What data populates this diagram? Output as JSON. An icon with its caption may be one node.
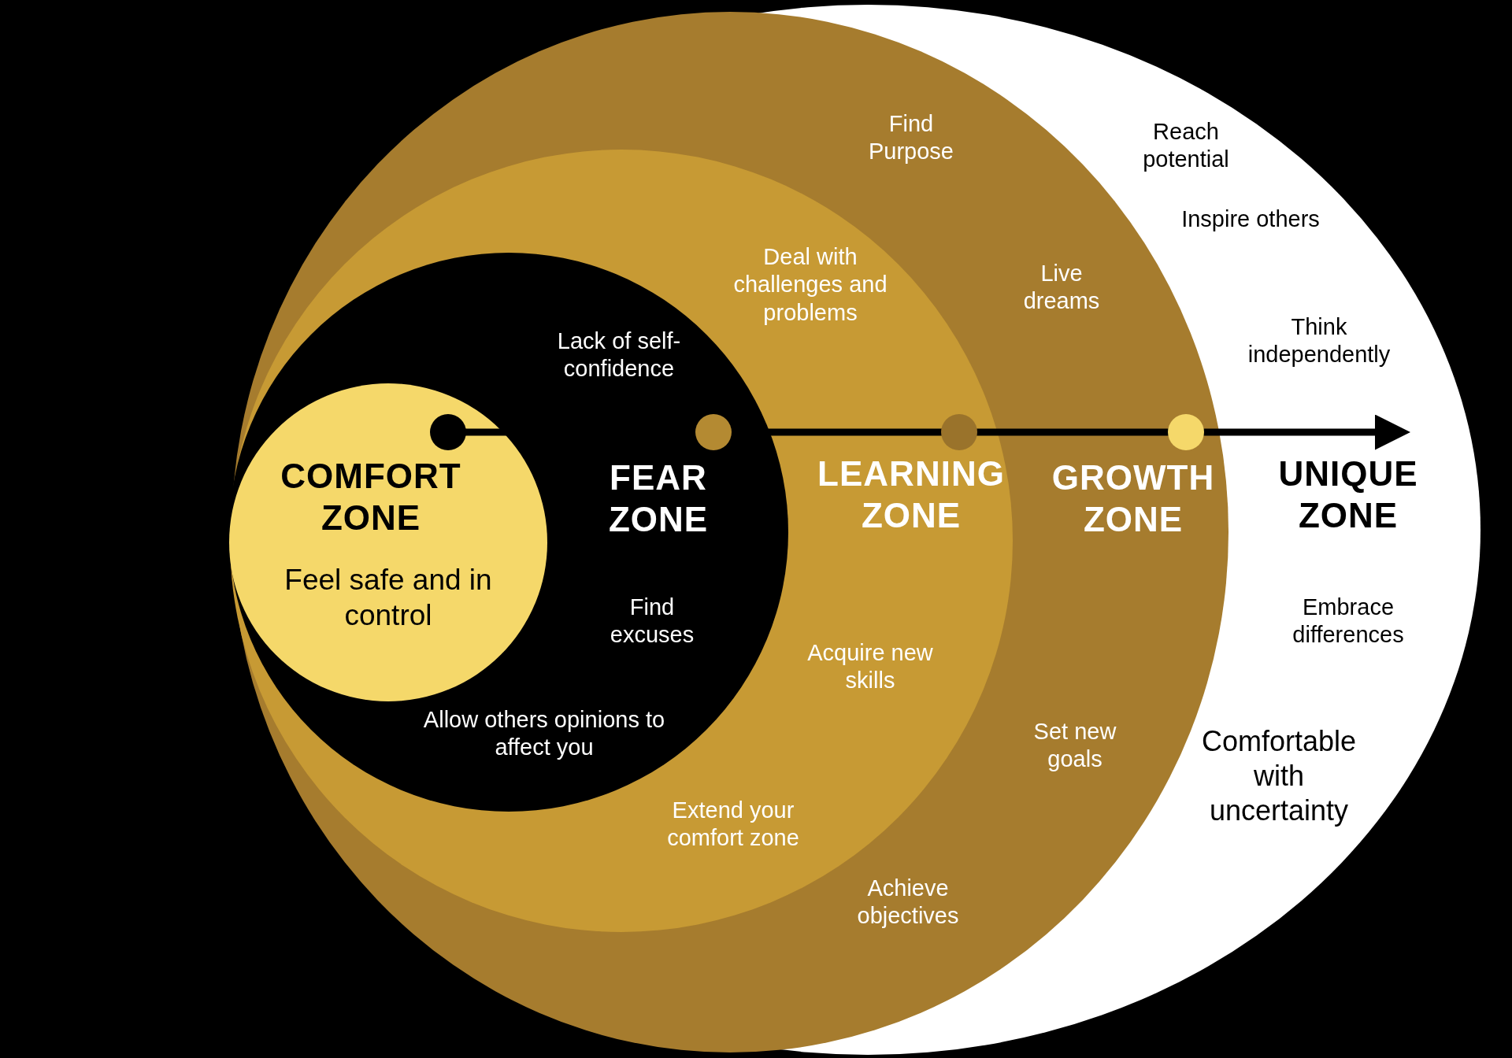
{
  "diagram": {
    "nodes": [
      {
        "text": [
          "Reach potential",
          "Inspire others",
          "Think independently",
          "UNIQUE ZONE",
          "Embrace differences",
          "Comfortable with uncertainty"
        ]
      },
      {
        "text": [
          "Find Purpose",
          "Live dreams",
          "GROWTH ZONE",
          "Set new goals",
          "Achieve objectives"
        ],
        "in": 0
      },
      {
        "text": [
          "Deal with challenges and problems",
          "LEARNING ZONE",
          "Acquire new skills",
          "Extend your comfort zone"
        ],
        "in": 1
      },
      {
        "text": [
          "Lack of self-confidence",
          "FEAR ZONE",
          "Find excuses",
          "Allow others opinions to affect you"
        ],
        "in": 2
      },
      {
        "text": [
          "COMFORT ZONE",
          "Feel safe and in control"
        ],
        "in": 3
      }
    ]
  }
}
